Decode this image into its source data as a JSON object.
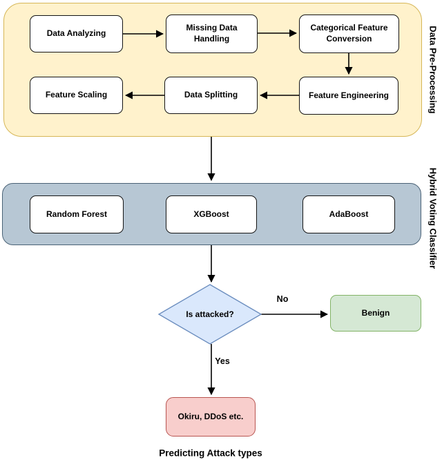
{
  "groups": {
    "preprocessing": {
      "label": "Data Pre-Processing"
    },
    "classifier": {
      "label": "Hybrid Voting Classifier"
    }
  },
  "nodes": {
    "data_analyzing": "Data Analyzing",
    "missing_data": "Missing Data Handling",
    "categorical_conversion": "Categorical Feature Conversion",
    "feature_engineering": "Feature Engineering",
    "data_splitting": "Data Splitting",
    "feature_scaling": "Feature Scaling",
    "random_forest": "Random Forest",
    "xgboost": "XGBoost",
    "adaboost": "AdaBoost",
    "decision": "Is attacked?",
    "benign": "Benign",
    "attack": "Okiru, DDoS etc."
  },
  "edge_labels": {
    "no": "No",
    "yes": "Yes"
  },
  "caption": "Predicting Attack types",
  "colors": {
    "preprocessing_fill": "#FFF2CC",
    "preprocessing_border": "#D6B656",
    "classifier_fill": "#B7C7D4",
    "classifier_border": "#4A6276",
    "decision_fill": "#DAE8FC",
    "decision_border": "#6C8EBF",
    "benign_fill": "#D5E8D4",
    "benign_border": "#82B366",
    "attack_fill": "#F8CECC",
    "attack_border": "#B85450",
    "node_fill": "#FFFFFF",
    "node_border": "#141414",
    "arrow": "#000000"
  }
}
